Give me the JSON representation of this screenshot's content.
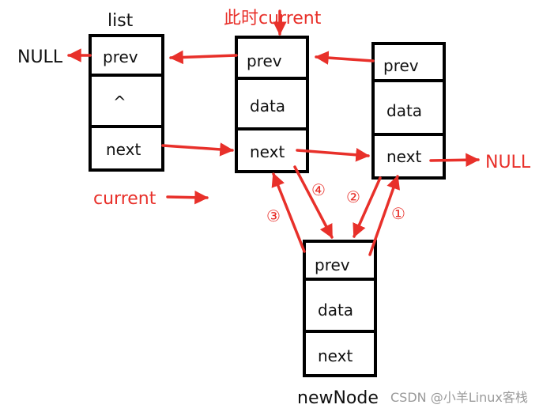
{
  "colors": {
    "arrow": "#e8302a",
    "box": "#000000",
    "text": "#111111",
    "watermark": "#9a9a9a"
  },
  "labels": {
    "list": "list",
    "current_now": "此时current",
    "current": "current",
    "null_left": "NULL",
    "null_right": "NULL",
    "new_node": "newNode",
    "watermark": "CSDN @小羊Linux客栈"
  },
  "nodes": {
    "list": {
      "prev": "prev",
      "data": "^",
      "next": "next"
    },
    "current": {
      "prev": "prev",
      "data": "data",
      "next": "next"
    },
    "right": {
      "prev": "prev",
      "data": "data",
      "next": "next"
    },
    "new_node": {
      "prev": "prev",
      "data": "data",
      "next": "next"
    }
  },
  "steps": {
    "s1": "①",
    "s2": "②",
    "s3": "③",
    "s4": "④"
  }
}
